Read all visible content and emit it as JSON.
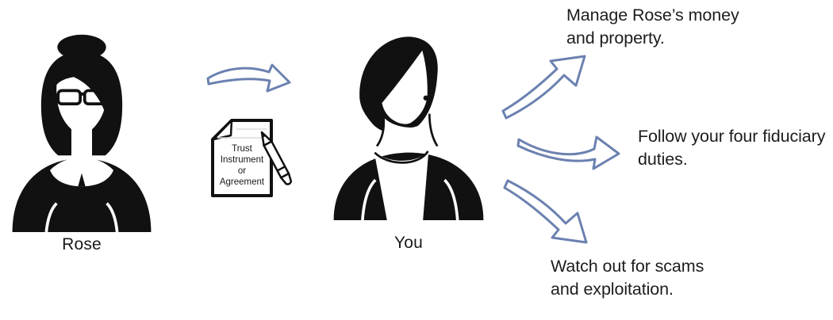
{
  "actors": {
    "rose": {
      "label": "Rose"
    },
    "you": {
      "label": "You"
    }
  },
  "document": {
    "lines": [
      "Trust",
      "Instrument",
      "or",
      "Agreement"
    ]
  },
  "outcomes": [
    {
      "id": "manage",
      "text": "Manage Rose’s money\nand property."
    },
    {
      "id": "fiduciary",
      "text": "Follow your four fiduciary\nduties."
    },
    {
      "id": "scams",
      "text": "Watch out for scams\nand exploitation."
    }
  ],
  "colors": {
    "arrow_blue": "#6b81b0",
    "ink": "#111111",
    "text": "#1d1d1d"
  }
}
